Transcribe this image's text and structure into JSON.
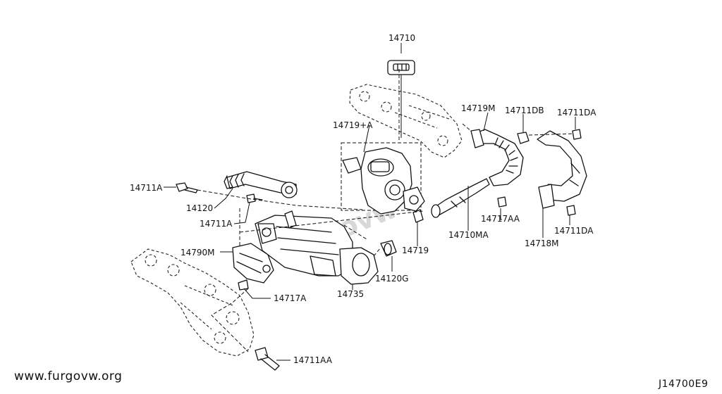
{
  "diagram": {
    "footer_site": "www.furgovw.org",
    "diagram_code": "J14700E9",
    "watermark": "furgovw",
    "callouts": [
      {
        "id": "14710",
        "label": "14710"
      },
      {
        "id": "14719_a",
        "label": "14719+A"
      },
      {
        "id": "14719m",
        "label": "14719M"
      },
      {
        "id": "14711db",
        "label": "14711DB"
      },
      {
        "id": "14711da_top",
        "label": "14711DA"
      },
      {
        "id": "14711a_left",
        "label": "14711A"
      },
      {
        "id": "14120",
        "label": "14120"
      },
      {
        "id": "14711a_mid",
        "label": "14711A"
      },
      {
        "id": "14717aa",
        "label": "14717AA"
      },
      {
        "id": "14711da_bottom",
        "label": "14711DA"
      },
      {
        "id": "14710ma",
        "label": "14710MA"
      },
      {
        "id": "14718m",
        "label": "14718M"
      },
      {
        "id": "14719",
        "label": "14719"
      },
      {
        "id": "14790m",
        "label": "14790M"
      },
      {
        "id": "14120g",
        "label": "14120G"
      },
      {
        "id": "14735",
        "label": "14735"
      },
      {
        "id": "14717a",
        "label": "14717A"
      },
      {
        "id": "14711aa",
        "label": "14711AA"
      }
    ]
  }
}
